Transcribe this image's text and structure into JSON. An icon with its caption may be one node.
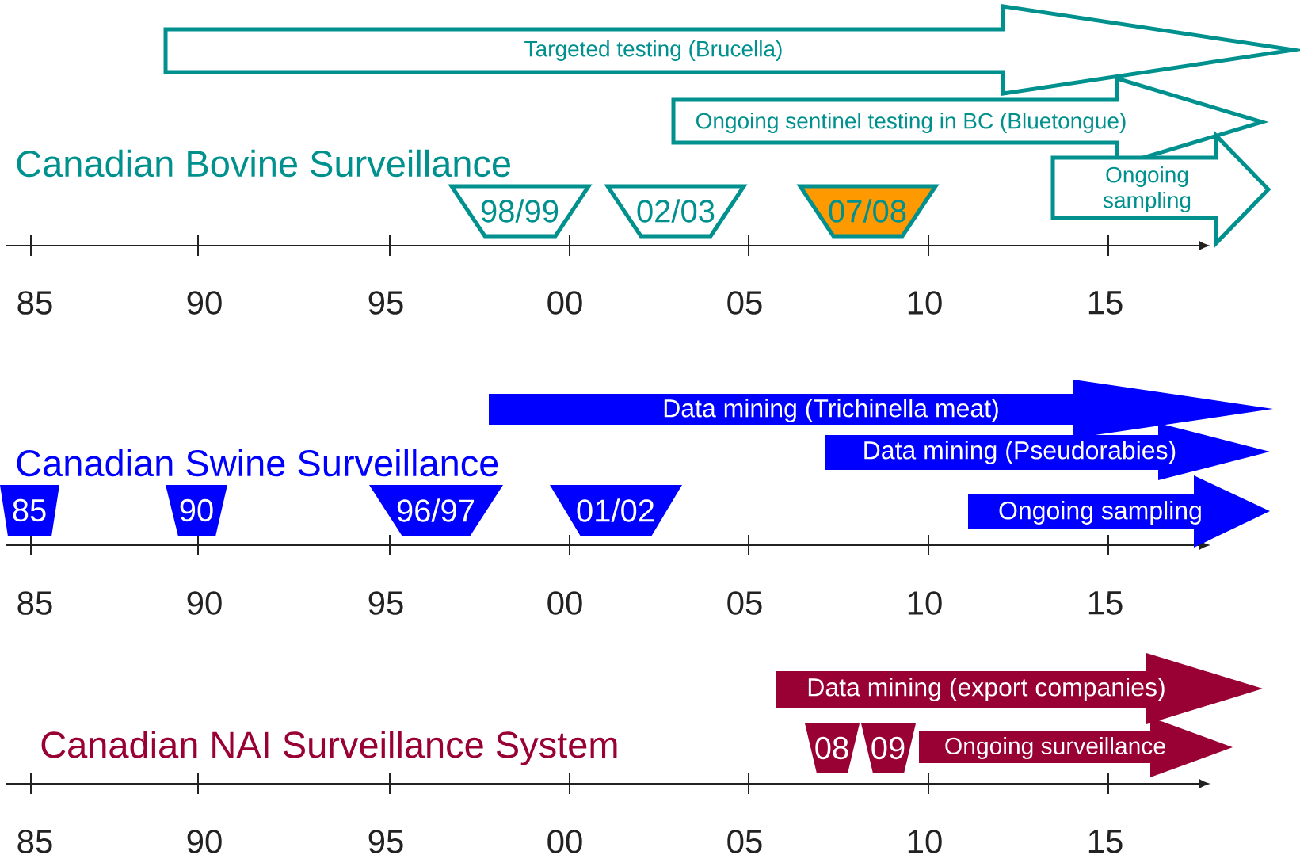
{
  "diagram": {
    "nodes": [
      {
        "text": [
          "Targeted testing (Brucella)"
        ]
      },
      {
        "text": [
          "Ongoing sentinel testing in BC (Bluetongue)"
        ]
      },
      {
        "text": [
          "Ongoing sampling"
        ]
      },
      {
        "text": [
          "98/99"
        ]
      },
      {
        "text": [
          "02/03"
        ]
      },
      {
        "text": [
          "07/08"
        ]
      },
      {
        "text": [
          "Data mining (Trichinella meat)"
        ]
      },
      {
        "text": [
          "Data mining (Pseudorabies)"
        ]
      },
      {
        "text": [
          "Ongoing sampling"
        ]
      },
      {
        "text": [
          "85"
        ]
      },
      {
        "text": [
          "90"
        ]
      },
      {
        "text": [
          "96/97"
        ]
      },
      {
        "text": [
          "01/02"
        ]
      },
      {
        "text": [
          "Data mining (export companies)"
        ]
      },
      {
        "text": [
          "08"
        ]
      },
      {
        "text": [
          "09"
        ]
      },
      {
        "text": [
          "Ongoing surveillance"
        ]
      }
    ],
    "labels": [
      "Canadian Bovine Surveillance",
      "85",
      "90",
      "95",
      "00",
      "05",
      "10",
      "15",
      "Canadian Swine Surveillance",
      "85",
      "90",
      "95",
      "00",
      "05",
      "10",
      "15",
      "Canadian NAI Surveillance System",
      "85",
      "90",
      "95",
      "00",
      "05",
      "10",
      "15"
    ]
  }
}
